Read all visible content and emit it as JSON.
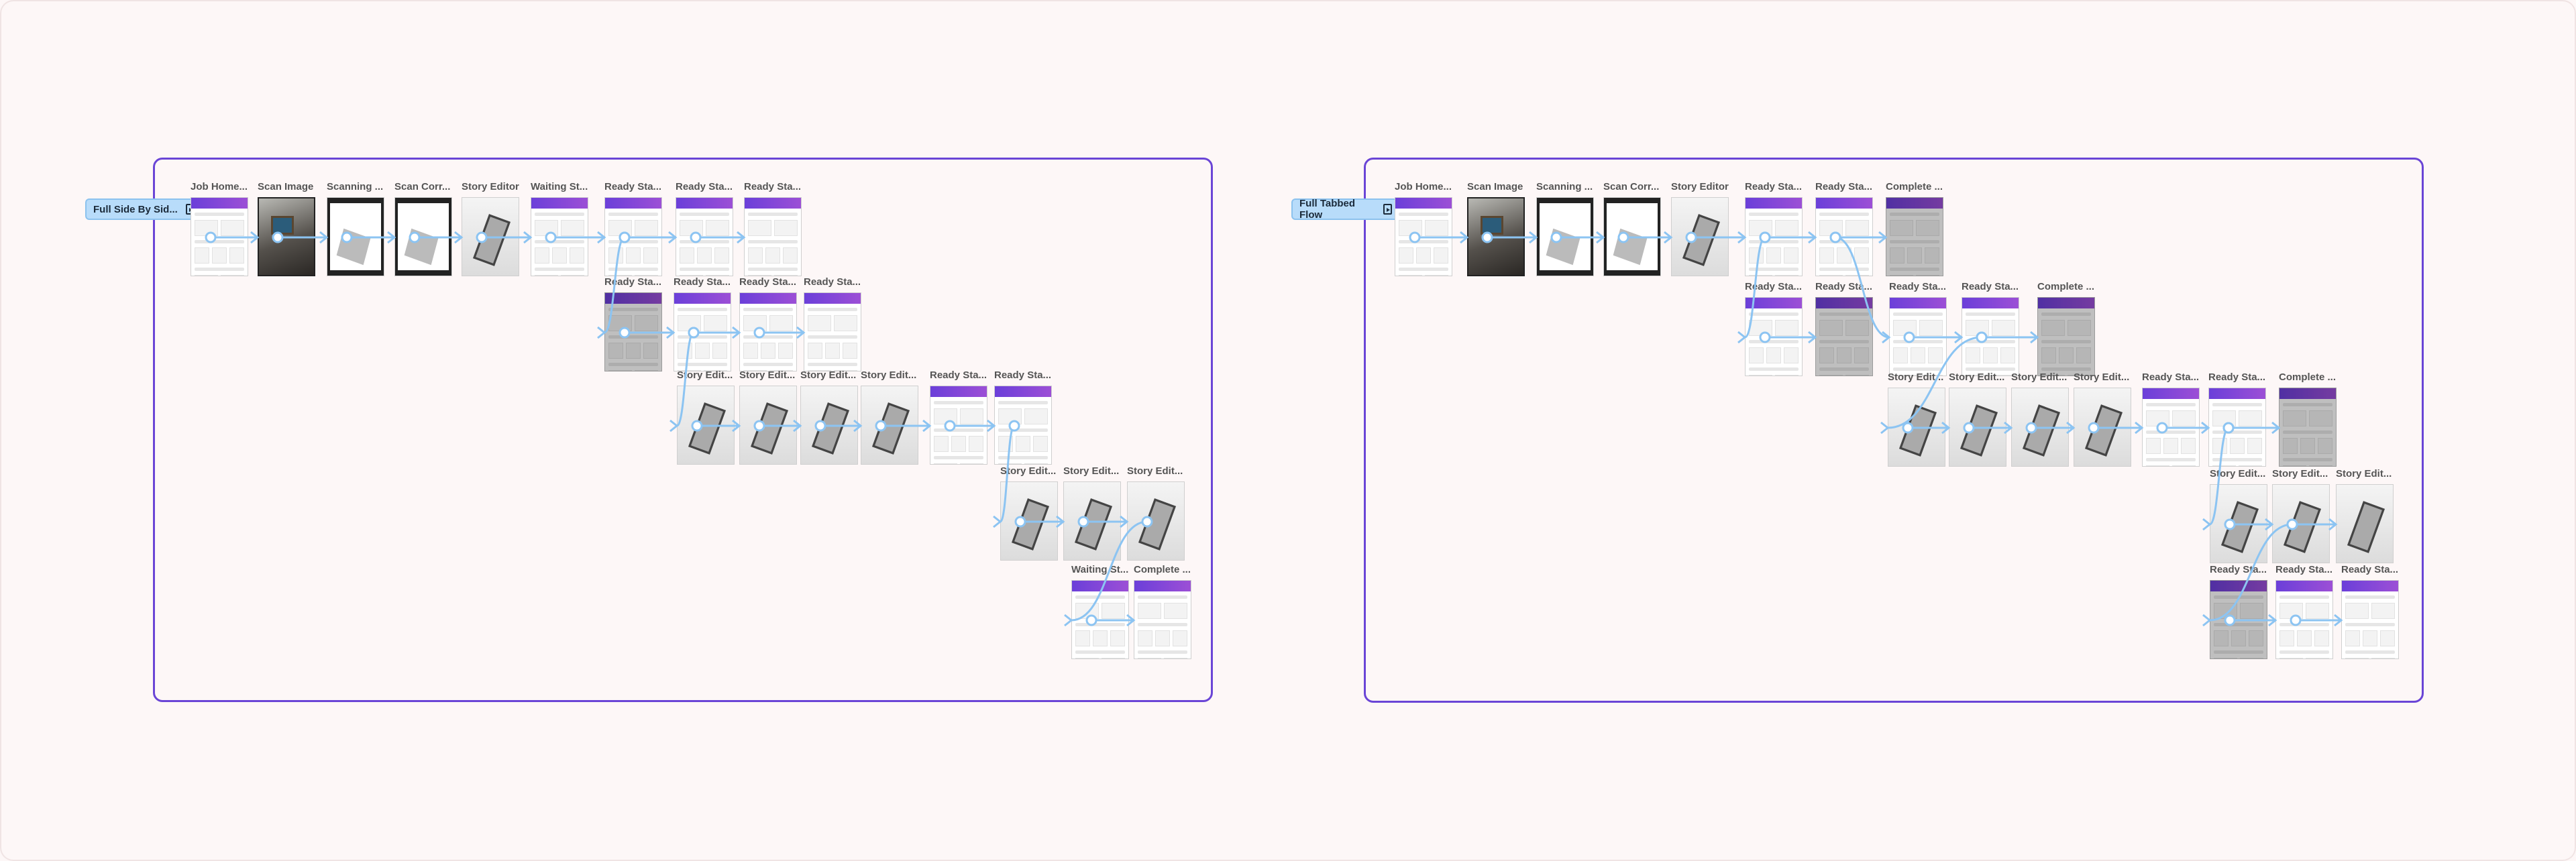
{
  "colors": {
    "section_border": "#6a45d6",
    "link": "#8cc4f2",
    "accent": "#7a44d8"
  },
  "sections": [
    {
      "title": "Full Side By Sid...",
      "icon": "play-frame-icon",
      "frames": [
        {
          "label": "Job Home...",
          "kind": "app"
        },
        {
          "label": "Scan Image",
          "kind": "photo"
        },
        {
          "label": "Scanning ...",
          "kind": "dark"
        },
        {
          "label": "Scan Corr...",
          "kind": "dark"
        },
        {
          "label": "Story Editor",
          "kind": "editor"
        },
        {
          "label": "Waiting St...",
          "kind": "app"
        },
        {
          "label": "Ready Sta...",
          "kind": "app"
        },
        {
          "label": "Ready Sta...",
          "kind": "app"
        },
        {
          "label": "Ready Sta...",
          "kind": "app"
        },
        {
          "label": "Ready Sta...",
          "kind": "dim"
        },
        {
          "label": "Ready Sta...",
          "kind": "app"
        },
        {
          "label": "Ready Sta...",
          "kind": "app"
        },
        {
          "label": "Ready Sta...",
          "kind": "app"
        },
        {
          "label": "Story Edit...",
          "kind": "editor"
        },
        {
          "label": "Story Edit...",
          "kind": "editor"
        },
        {
          "label": "Story Edit...",
          "kind": "editor"
        },
        {
          "label": "Story Edit...",
          "kind": "editor"
        },
        {
          "label": "Ready Sta...",
          "kind": "app"
        },
        {
          "label": "Ready Sta...",
          "kind": "app"
        },
        {
          "label": "Story Edit...",
          "kind": "editor"
        },
        {
          "label": "Story Edit...",
          "kind": "editor"
        },
        {
          "label": "Story Edit...",
          "kind": "editor"
        },
        {
          "label": "Waiting St...",
          "kind": "app"
        },
        {
          "label": "Complete ...",
          "kind": "app"
        }
      ]
    },
    {
      "title": "Full Tabbed Flow",
      "icon": "play-frame-icon",
      "frames": [
        {
          "label": "Job Home...",
          "kind": "app"
        },
        {
          "label": "Scan Image",
          "kind": "photo"
        },
        {
          "label": "Scanning ...",
          "kind": "dark"
        },
        {
          "label": "Scan Corr...",
          "kind": "dark"
        },
        {
          "label": "Story Editor",
          "kind": "editor"
        },
        {
          "label": "Ready Sta...",
          "kind": "app"
        },
        {
          "label": "Ready Sta...",
          "kind": "app"
        },
        {
          "label": "Complete ...",
          "kind": "dim"
        },
        {
          "label": "Ready Sta...",
          "kind": "app"
        },
        {
          "label": "Ready Sta...",
          "kind": "dim"
        },
        {
          "label": "Ready Sta...",
          "kind": "app"
        },
        {
          "label": "Ready Sta...",
          "kind": "app"
        },
        {
          "label": "Complete ...",
          "kind": "dim"
        },
        {
          "label": "Story Edit...",
          "kind": "editor"
        },
        {
          "label": "Story Edit...",
          "kind": "editor"
        },
        {
          "label": "Story Edit...",
          "kind": "editor"
        },
        {
          "label": "Story Edit...",
          "kind": "editor"
        },
        {
          "label": "Ready Sta...",
          "kind": "app"
        },
        {
          "label": "Ready Sta...",
          "kind": "app"
        },
        {
          "label": "Complete ...",
          "kind": "dim"
        },
        {
          "label": "Story Edit...",
          "kind": "editor"
        },
        {
          "label": "Story Edit...",
          "kind": "editor"
        },
        {
          "label": "Story Edit...",
          "kind": "editor"
        },
        {
          "label": "Ready Sta...",
          "kind": "dim"
        },
        {
          "label": "Ready Sta...",
          "kind": "app"
        },
        {
          "label": "Ready Sta...",
          "kind": "app"
        }
      ]
    }
  ]
}
